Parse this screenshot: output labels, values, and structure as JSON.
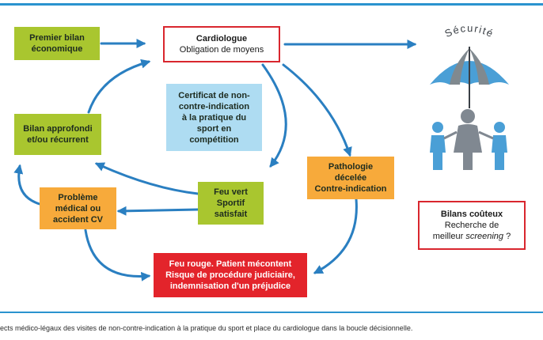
{
  "boxes": {
    "premier_bilan": "Premier bilan\néconomique",
    "cardiologue_title": "Cardiologue",
    "cardiologue_sub": "Obligation de moyens",
    "certificat": "Certificat de non-\ncontre-indication\nà la pratique du\nsport en\ncompétition",
    "bilan_approfondi": "Bilan approfondi\net/ou récurrent",
    "pathologie": "Pathologie\ndécelée\nContre-indication",
    "feu_vert": "Feu vert\nSportif\nsatisfait",
    "probleme": "Problème\nmédical ou\naccident CV",
    "feu_rouge": "Feu rouge. Patient mécontent\nRisque de procédure judiciaire,\nindemnisation d'un préjudice",
    "bilans_title": "Bilans coûteux",
    "bilans_line2": "Recherche de",
    "bilans_line3_a": "meilleur ",
    "bilans_line3_em": "screening",
    "bilans_line3_b": " ?"
  },
  "securite_label": "Sécurité",
  "caption": "ects médico-légaux des visites de non-contre-indication à la pratique du sport et place du cardiologue dans la boucle décisionnelle.",
  "colors": {
    "arrow": "#2a7fc1",
    "umbrella": "#4a9fd6",
    "people_blue": "#4a9fd6",
    "people_gray": "#808891"
  },
  "icons": [
    "umbrella-family-icon"
  ]
}
